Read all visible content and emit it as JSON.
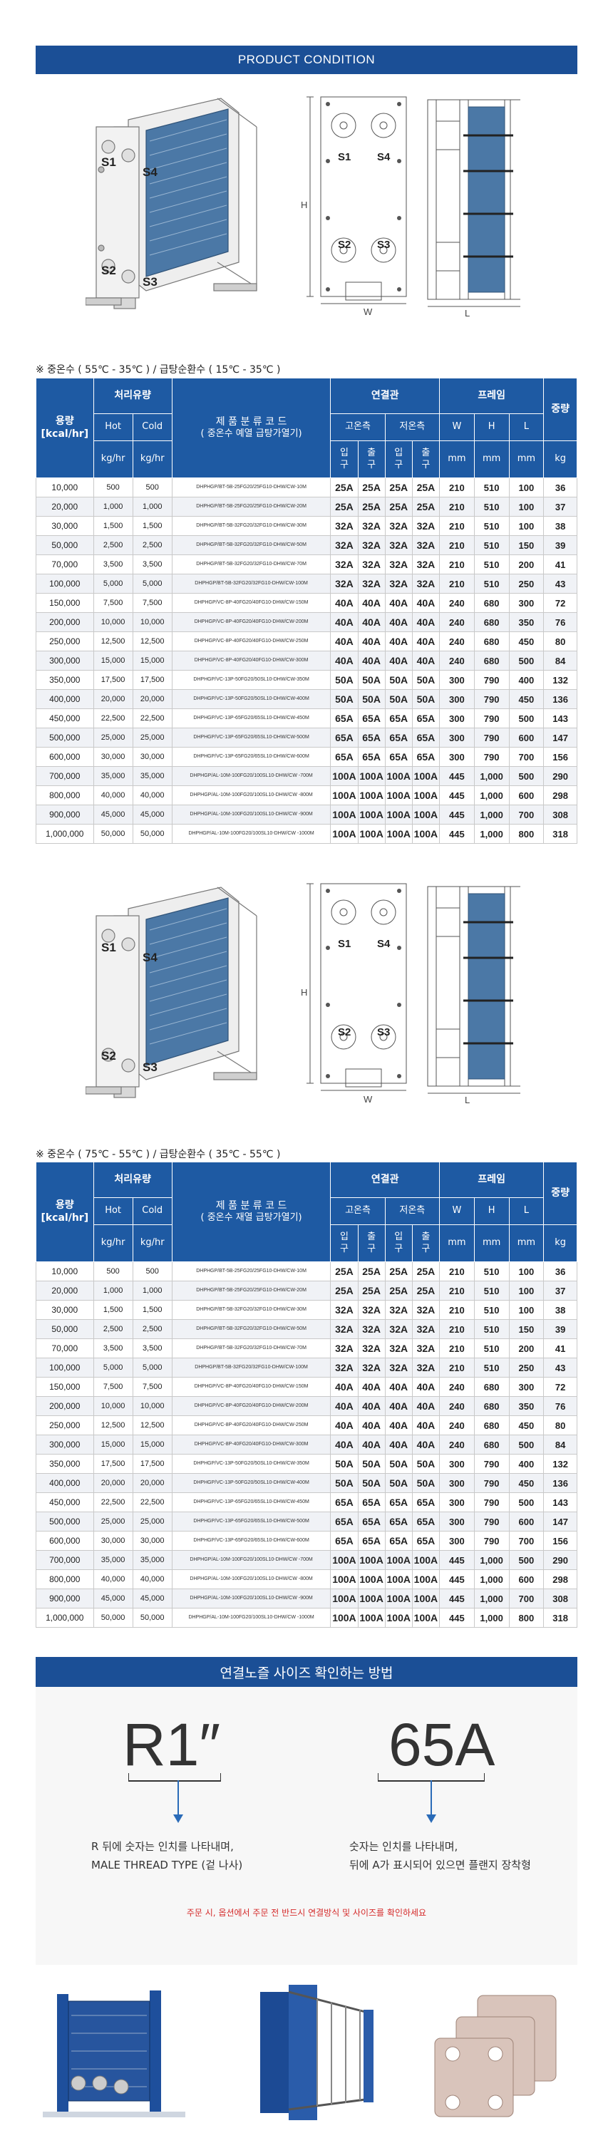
{
  "banner_title": "PRODUCT CONDITION",
  "diagram": {
    "ports": [
      "S1",
      "S4",
      "S2",
      "S3"
    ],
    "dims": {
      "h": "H",
      "w": "W",
      "l": "L"
    }
  },
  "section1_note": "※ 중온수 ( 55℃ - 35℃ ) / 급탕순환수 ( 15℃ - 35℃ )",
  "section2_note": "※ 중온수 ( 75℃ - 55℃ ) / 급탕순환수 ( 35℃ - 55℃ )",
  "table_headers": {
    "capacity": "용량",
    "capacity_unit": "[kcal/hr]",
    "flow": "처리유량",
    "hot": "Hot",
    "cold": "Cold",
    "kghr": "kg/hr",
    "code_title": "제 품 분 류 코 드",
    "code_sub": "( 중온수 예열 급탕가열기)",
    "code_sub2": "( 중온수 재열 급탕가열기)",
    "connection": "연결관",
    "high_side": "고온측",
    "low_side": "저온측",
    "inlet": "입구",
    "outlet": "출구",
    "frame": "프레임",
    "w": "W",
    "h": "H",
    "l": "L",
    "mm": "mm",
    "weight": "중량",
    "kg": "kg"
  },
  "table1_rows": [
    {
      "cap": "10,000",
      "hot": "500",
      "cold": "500",
      "code": "DHPHGP/BT-5B-25FG20/25FG10-DHW/CW-10M",
      "c1": "25A",
      "c2": "25A",
      "c3": "25A",
      "c4": "25A",
      "w": "210",
      "h": "510",
      "l": "100",
      "kg": "36"
    },
    {
      "cap": "20,000",
      "hot": "1,000",
      "cold": "1,000",
      "code": "DHPHGP/BT-5B-25FG20/25FG10-DHW/CW-20M",
      "c1": "25A",
      "c2": "25A",
      "c3": "25A",
      "c4": "25A",
      "w": "210",
      "h": "510",
      "l": "100",
      "kg": "37"
    },
    {
      "cap": "30,000",
      "hot": "1,500",
      "cold": "1,500",
      "code": "DHPHGP/BT-5B-32FG20/32FG10-DHW/CW-30M",
      "c1": "32A",
      "c2": "32A",
      "c3": "32A",
      "c4": "32A",
      "w": "210",
      "h": "510",
      "l": "100",
      "kg": "38"
    },
    {
      "cap": "50,000",
      "hot": "2,500",
      "cold": "2,500",
      "code": "DHPHGP/BT-5B-32FG20/32FG10-DHW/CW-50M",
      "c1": "32A",
      "c2": "32A",
      "c3": "32A",
      "c4": "32A",
      "w": "210",
      "h": "510",
      "l": "150",
      "kg": "39"
    },
    {
      "cap": "70,000",
      "hot": "3,500",
      "cold": "3,500",
      "code": "DHPHGP/BT-5B-32FG20/32FG10-DHW/CW-70M",
      "c1": "32A",
      "c2": "32A",
      "c3": "32A",
      "c4": "32A",
      "w": "210",
      "h": "510",
      "l": "200",
      "kg": "41"
    },
    {
      "cap": "100,000",
      "hot": "5,000",
      "cold": "5,000",
      "code": "DHPHGP/BT-5B-32FG20/32FG10-DHW/CW-100M",
      "c1": "32A",
      "c2": "32A",
      "c3": "32A",
      "c4": "32A",
      "w": "210",
      "h": "510",
      "l": "250",
      "kg": "43"
    },
    {
      "cap": "150,000",
      "hot": "7,500",
      "cold": "7,500",
      "code": "DHPHGP/VC-8P-40FG20/40FG10-DHW/CW-150M",
      "c1": "40A",
      "c2": "40A",
      "c3": "40A",
      "c4": "40A",
      "w": "240",
      "h": "680",
      "l": "300",
      "kg": "72"
    },
    {
      "cap": "200,000",
      "hot": "10,000",
      "cold": "10,000",
      "code": "DHPHGP/VC-8P-40FG20/40FG10-DHW/CW-200M",
      "c1": "40A",
      "c2": "40A",
      "c3": "40A",
      "c4": "40A",
      "w": "240",
      "h": "680",
      "l": "350",
      "kg": "76"
    },
    {
      "cap": "250,000",
      "hot": "12,500",
      "cold": "12,500",
      "code": "DHPHGP/VC-8P-40FG20/40FG10-DHW/CW-250M",
      "c1": "40A",
      "c2": "40A",
      "c3": "40A",
      "c4": "40A",
      "w": "240",
      "h": "680",
      "l": "450",
      "kg": "80"
    },
    {
      "cap": "300,000",
      "hot": "15,000",
      "cold": "15,000",
      "code": "DHPHGP/VC-8P-40FG20/40FG10-DHW/CW-300M",
      "c1": "40A",
      "c2": "40A",
      "c3": "40A",
      "c4": "40A",
      "w": "240",
      "h": "680",
      "l": "500",
      "kg": "84"
    },
    {
      "cap": "350,000",
      "hot": "17,500",
      "cold": "17,500",
      "code": "DHPHGP/VC-13P-50FG20/50SL10-DHW/CW-350M",
      "c1": "50A",
      "c2": "50A",
      "c3": "50A",
      "c4": "50A",
      "w": "300",
      "h": "790",
      "l": "400",
      "kg": "132"
    },
    {
      "cap": "400,000",
      "hot": "20,000",
      "cold": "20,000",
      "code": "DHPHGP/VC-13P-50FG20/50SL10-DHW/CW-400M",
      "c1": "50A",
      "c2": "50A",
      "c3": "50A",
      "c4": "50A",
      "w": "300",
      "h": "790",
      "l": "450",
      "kg": "136"
    },
    {
      "cap": "450,000",
      "hot": "22,500",
      "cold": "22,500",
      "code": "DHPHGP/VC-13P-65FG20/65SL10-DHW/CW-450M",
      "c1": "65A",
      "c2": "65A",
      "c3": "65A",
      "c4": "65A",
      "w": "300",
      "h": "790",
      "l": "500",
      "kg": "143"
    },
    {
      "cap": "500,000",
      "hot": "25,000",
      "cold": "25,000",
      "code": "DHPHGP/VC-13P-65FG20/65SL10-DHW/CW-500M",
      "c1": "65A",
      "c2": "65A",
      "c3": "65A",
      "c4": "65A",
      "w": "300",
      "h": "790",
      "l": "600",
      "kg": "147"
    },
    {
      "cap": "600,000",
      "hot": "30,000",
      "cold": "30,000",
      "code": "DHPHGP/VC-13P-65FG20/65SL10-DHW/CW-600M",
      "c1": "65A",
      "c2": "65A",
      "c3": "65A",
      "c4": "65A",
      "w": "300",
      "h": "790",
      "l": "700",
      "kg": "156"
    },
    {
      "cap": "700,000",
      "hot": "35,000",
      "cold": "35,000",
      "code": "DHPHGP/AL-10M-100FG20/100SL10-DHW/CW -700M",
      "c1": "100A",
      "c2": "100A",
      "c3": "100A",
      "c4": "100A",
      "w": "445",
      "h": "1,000",
      "l": "500",
      "kg": "290"
    },
    {
      "cap": "800,000",
      "hot": "40,000",
      "cold": "40,000",
      "code": "DHPHGP/AL-10M-100FG20/100SL10-DHW/CW -800M",
      "c1": "100A",
      "c2": "100A",
      "c3": "100A",
      "c4": "100A",
      "w": "445",
      "h": "1,000",
      "l": "600",
      "kg": "298"
    },
    {
      "cap": "900,000",
      "hot": "45,000",
      "cold": "45,000",
      "code": "DHPHGP/AL-10M-100FG20/100SL10-DHW/CW -900M",
      "c1": "100A",
      "c2": "100A",
      "c3": "100A",
      "c4": "100A",
      "w": "445",
      "h": "1,000",
      "l": "700",
      "kg": "308"
    },
    {
      "cap": "1,000,000",
      "hot": "50,000",
      "cold": "50,000",
      "code": "DHPHGP/AL-10M-100FG20/100SL10-DHW/CW -1000M",
      "c1": "100A",
      "c2": "100A",
      "c3": "100A",
      "c4": "100A",
      "w": "445",
      "h": "1,000",
      "l": "800",
      "kg": "318"
    }
  ],
  "table2_rows": [
    {
      "cap": "10,000",
      "hot": "500",
      "cold": "500",
      "code": "DHPHGP/BT-5B-25FG20/25FG10-DHW/CW-10M",
      "c1": "25A",
      "c2": "25A",
      "c3": "25A",
      "c4": "25A",
      "w": "210",
      "h": "510",
      "l": "100",
      "kg": "36"
    },
    {
      "cap": "20,000",
      "hot": "1,000",
      "cold": "1,000",
      "code": "DHPHGP/BT-5B-25FG20/25FG10-DHW/CW-20M",
      "c1": "25A",
      "c2": "25A",
      "c3": "25A",
      "c4": "25A",
      "w": "210",
      "h": "510",
      "l": "100",
      "kg": "37"
    },
    {
      "cap": "30,000",
      "hot": "1,500",
      "cold": "1,500",
      "code": "DHPHGP/BT-5B-32FG20/32FG10-DHW/CW-30M",
      "c1": "32A",
      "c2": "32A",
      "c3": "32A",
      "c4": "32A",
      "w": "210",
      "h": "510",
      "l": "100",
      "kg": "38"
    },
    {
      "cap": "50,000",
      "hot": "2,500",
      "cold": "2,500",
      "code": "DHPHGP/BT-5B-32FG20/32FG10-DHW/CW-50M",
      "c1": "32A",
      "c2": "32A",
      "c3": "32A",
      "c4": "32A",
      "w": "210",
      "h": "510",
      "l": "150",
      "kg": "39"
    },
    {
      "cap": "70,000",
      "hot": "3,500",
      "cold": "3,500",
      "code": "DHPHGP/BT-5B-32FG20/32FG10-DHW/CW-70M",
      "c1": "32A",
      "c2": "32A",
      "c3": "32A",
      "c4": "32A",
      "w": "210",
      "h": "510",
      "l": "200",
      "kg": "41"
    },
    {
      "cap": "100,000",
      "hot": "5,000",
      "cold": "5,000",
      "code": "DHPHGP/BT-5B-32FG20/32FG10-DHW/CW-100M",
      "c1": "32A",
      "c2": "32A",
      "c3": "32A",
      "c4": "32A",
      "w": "210",
      "h": "510",
      "l": "250",
      "kg": "43"
    },
    {
      "cap": "150,000",
      "hot": "7,500",
      "cold": "7,500",
      "code": "DHPHGP/VC-8P-40FG20/40FG10-DHW/CW-150M",
      "c1": "40A",
      "c2": "40A",
      "c3": "40A",
      "c4": "40A",
      "w": "240",
      "h": "680",
      "l": "300",
      "kg": "72"
    },
    {
      "cap": "200,000",
      "hot": "10,000",
      "cold": "10,000",
      "code": "DHPHGP/VC-8P-40FG20/40FG10-DHW/CW-200M",
      "c1": "40A",
      "c2": "40A",
      "c3": "40A",
      "c4": "40A",
      "w": "240",
      "h": "680",
      "l": "350",
      "kg": "76"
    },
    {
      "cap": "250,000",
      "hot": "12,500",
      "cold": "12,500",
      "code": "DHPHGP/VC-8P-40FG20/40FG10-DHW/CW-250M",
      "c1": "40A",
      "c2": "40A",
      "c3": "40A",
      "c4": "40A",
      "w": "240",
      "h": "680",
      "l": "450",
      "kg": "80"
    },
    {
      "cap": "300,000",
      "hot": "15,000",
      "cold": "15,000",
      "code": "DHPHGP/VC-8P-40FG20/40FG10-DHW/CW-300M",
      "c1": "40A",
      "c2": "40A",
      "c3": "40A",
      "c4": "40A",
      "w": "240",
      "h": "680",
      "l": "500",
      "kg": "84"
    },
    {
      "cap": "350,000",
      "hot": "17,500",
      "cold": "17,500",
      "code": "DHPHGP/VC-13P-50FG20/50SL10-DHW/CW-350M",
      "c1": "50A",
      "c2": "50A",
      "c3": "50A",
      "c4": "50A",
      "w": "300",
      "h": "790",
      "l": "400",
      "kg": "132"
    },
    {
      "cap": "400,000",
      "hot": "20,000",
      "cold": "20,000",
      "code": "DHPHGP/VC-13P-50FG20/50SL10-DHW/CW-400M",
      "c1": "50A",
      "c2": "50A",
      "c3": "50A",
      "c4": "50A",
      "w": "300",
      "h": "790",
      "l": "450",
      "kg": "136"
    },
    {
      "cap": "450,000",
      "hot": "22,500",
      "cold": "22,500",
      "code": "DHPHGP/VC-13P-65FG20/65SL10-DHW/CW-450M",
      "c1": "65A",
      "c2": "65A",
      "c3": "65A",
      "c4": "65A",
      "w": "300",
      "h": "790",
      "l": "500",
      "kg": "143"
    },
    {
      "cap": "500,000",
      "hot": "25,000",
      "cold": "25,000",
      "code": "DHPHGP/VC-13P-65FG20/65SL10-DHW/CW-500M",
      "c1": "65A",
      "c2": "65A",
      "c3": "65A",
      "c4": "65A",
      "w": "300",
      "h": "790",
      "l": "600",
      "kg": "147"
    },
    {
      "cap": "600,000",
      "hot": "30,000",
      "cold": "30,000",
      "code": "DHPHGP/VC-13P-65FG20/65SL10-DHW/CW-600M",
      "c1": "65A",
      "c2": "65A",
      "c3": "65A",
      "c4": "65A",
      "w": "300",
      "h": "790",
      "l": "700",
      "kg": "156"
    },
    {
      "cap": "700,000",
      "hot": "35,000",
      "cold": "35,000",
      "code": "DHPHGP/AL-10M-100FG20/100SL10-DHW/CW -700M",
      "c1": "100A",
      "c2": "100A",
      "c3": "100A",
      "c4": "100A",
      "w": "445",
      "h": "1,000",
      "l": "500",
      "kg": "290"
    },
    {
      "cap": "800,000",
      "hot": "40,000",
      "cold": "40,000",
      "code": "DHPHGP/AL-10M-100FG20/100SL10-DHW/CW -800M",
      "c1": "100A",
      "c2": "100A",
      "c3": "100A",
      "c4": "100A",
      "w": "445",
      "h": "1,000",
      "l": "600",
      "kg": "298"
    },
    {
      "cap": "900,000",
      "hot": "45,000",
      "cold": "45,000",
      "code": "DHPHGP/AL-10M-100FG20/100SL10-DHW/CW -900M",
      "c1": "100A",
      "c2": "100A",
      "c3": "100A",
      "c4": "100A",
      "w": "445",
      "h": "1,000",
      "l": "700",
      "kg": "308"
    },
    {
      "cap": "1,000,000",
      "hot": "50,000",
      "cold": "50,000",
      "code": "DHPHGP/AL-10M-100FG20/100SL10-DHW/CW -1000M",
      "c1": "100A",
      "c2": "100A",
      "c3": "100A",
      "c4": "100A",
      "w": "445",
      "h": "1,000",
      "l": "800",
      "kg": "318"
    }
  ],
  "connection_guide": {
    "title": "연결노즐 사이즈 확인하는 방법",
    "left_big": "R1″",
    "right_big": "65A",
    "left_desc_1": "R 뒤에 숫자는 인치를 나타내며,",
    "left_desc_2": "MALE THREAD TYPE (겉 나사)",
    "right_desc_1": "숫자는 인치를 나타내며,",
    "right_desc_2": "뒤에 A가 표시되어 있으면 플랜지 장착형",
    "warning": "주문 시, 옵션에서 주문 전 반드시 연결방식 및 사이즈를 확인하세요"
  },
  "colors": {
    "brand": "#1b4f96",
    "header": "#1e5aa3",
    "warning": "#d52b2b"
  }
}
